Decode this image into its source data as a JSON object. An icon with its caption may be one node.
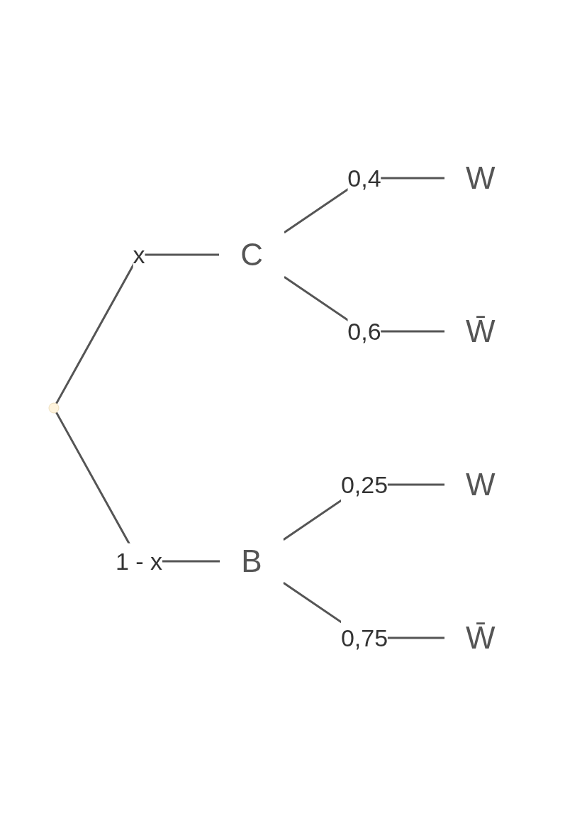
{
  "diagram": {
    "nodes": [
      {
        "text": [],
        "shape": "point"
      },
      {
        "text": [
          "C"
        ]
      },
      {
        "text": [
          "W"
        ]
      },
      {
        "text": [
          "W̄"
        ]
      },
      {
        "text": [
          "B"
        ]
      },
      {
        "text": [
          "W"
        ]
      },
      {
        "text": [
          "W̄"
        ]
      }
    ],
    "edges": [
      {
        "from": 0,
        "to": 1,
        "arrow": "none",
        "label": "x"
      },
      {
        "from": 1,
        "to": 2,
        "arrow": "none",
        "label": "0,4"
      },
      {
        "from": 1,
        "to": 3,
        "arrow": "none",
        "label": "0,6"
      },
      {
        "from": 0,
        "to": 4,
        "arrow": "none",
        "label": "1 - x"
      },
      {
        "from": 4,
        "to": 5,
        "arrow": "none",
        "label": "0,25"
      },
      {
        "from": 4,
        "to": 6,
        "arrow": "none",
        "label": "0,75"
      }
    ]
  }
}
